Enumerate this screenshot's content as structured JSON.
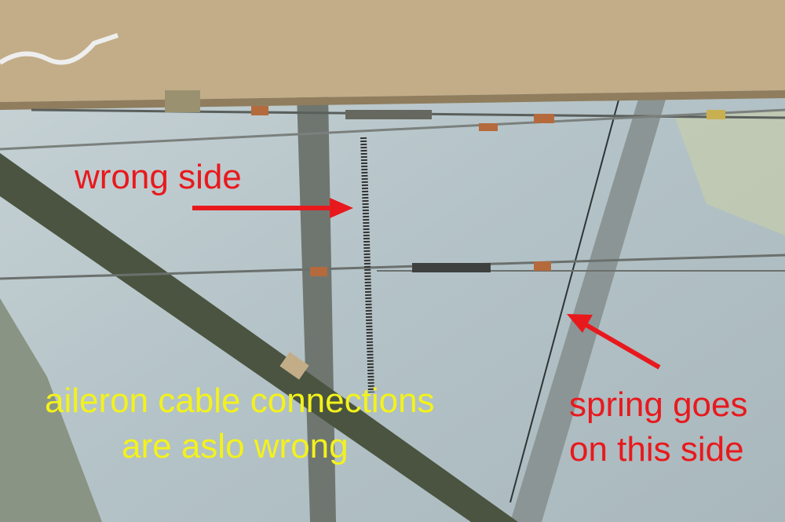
{
  "annotations": {
    "wrong_side": "wrong side",
    "spring_line1": "spring goes",
    "spring_line2": "on this side",
    "aileron_line1": "aileron cable connections",
    "aileron_line2": "are aslo wrong"
  },
  "colors": {
    "annotation_red": "#e8191d",
    "annotation_yellow": "#f3f21c",
    "fabric": "#c2ad88",
    "background_fabric": "#b9c6cb",
    "tube": "#4a5440"
  }
}
